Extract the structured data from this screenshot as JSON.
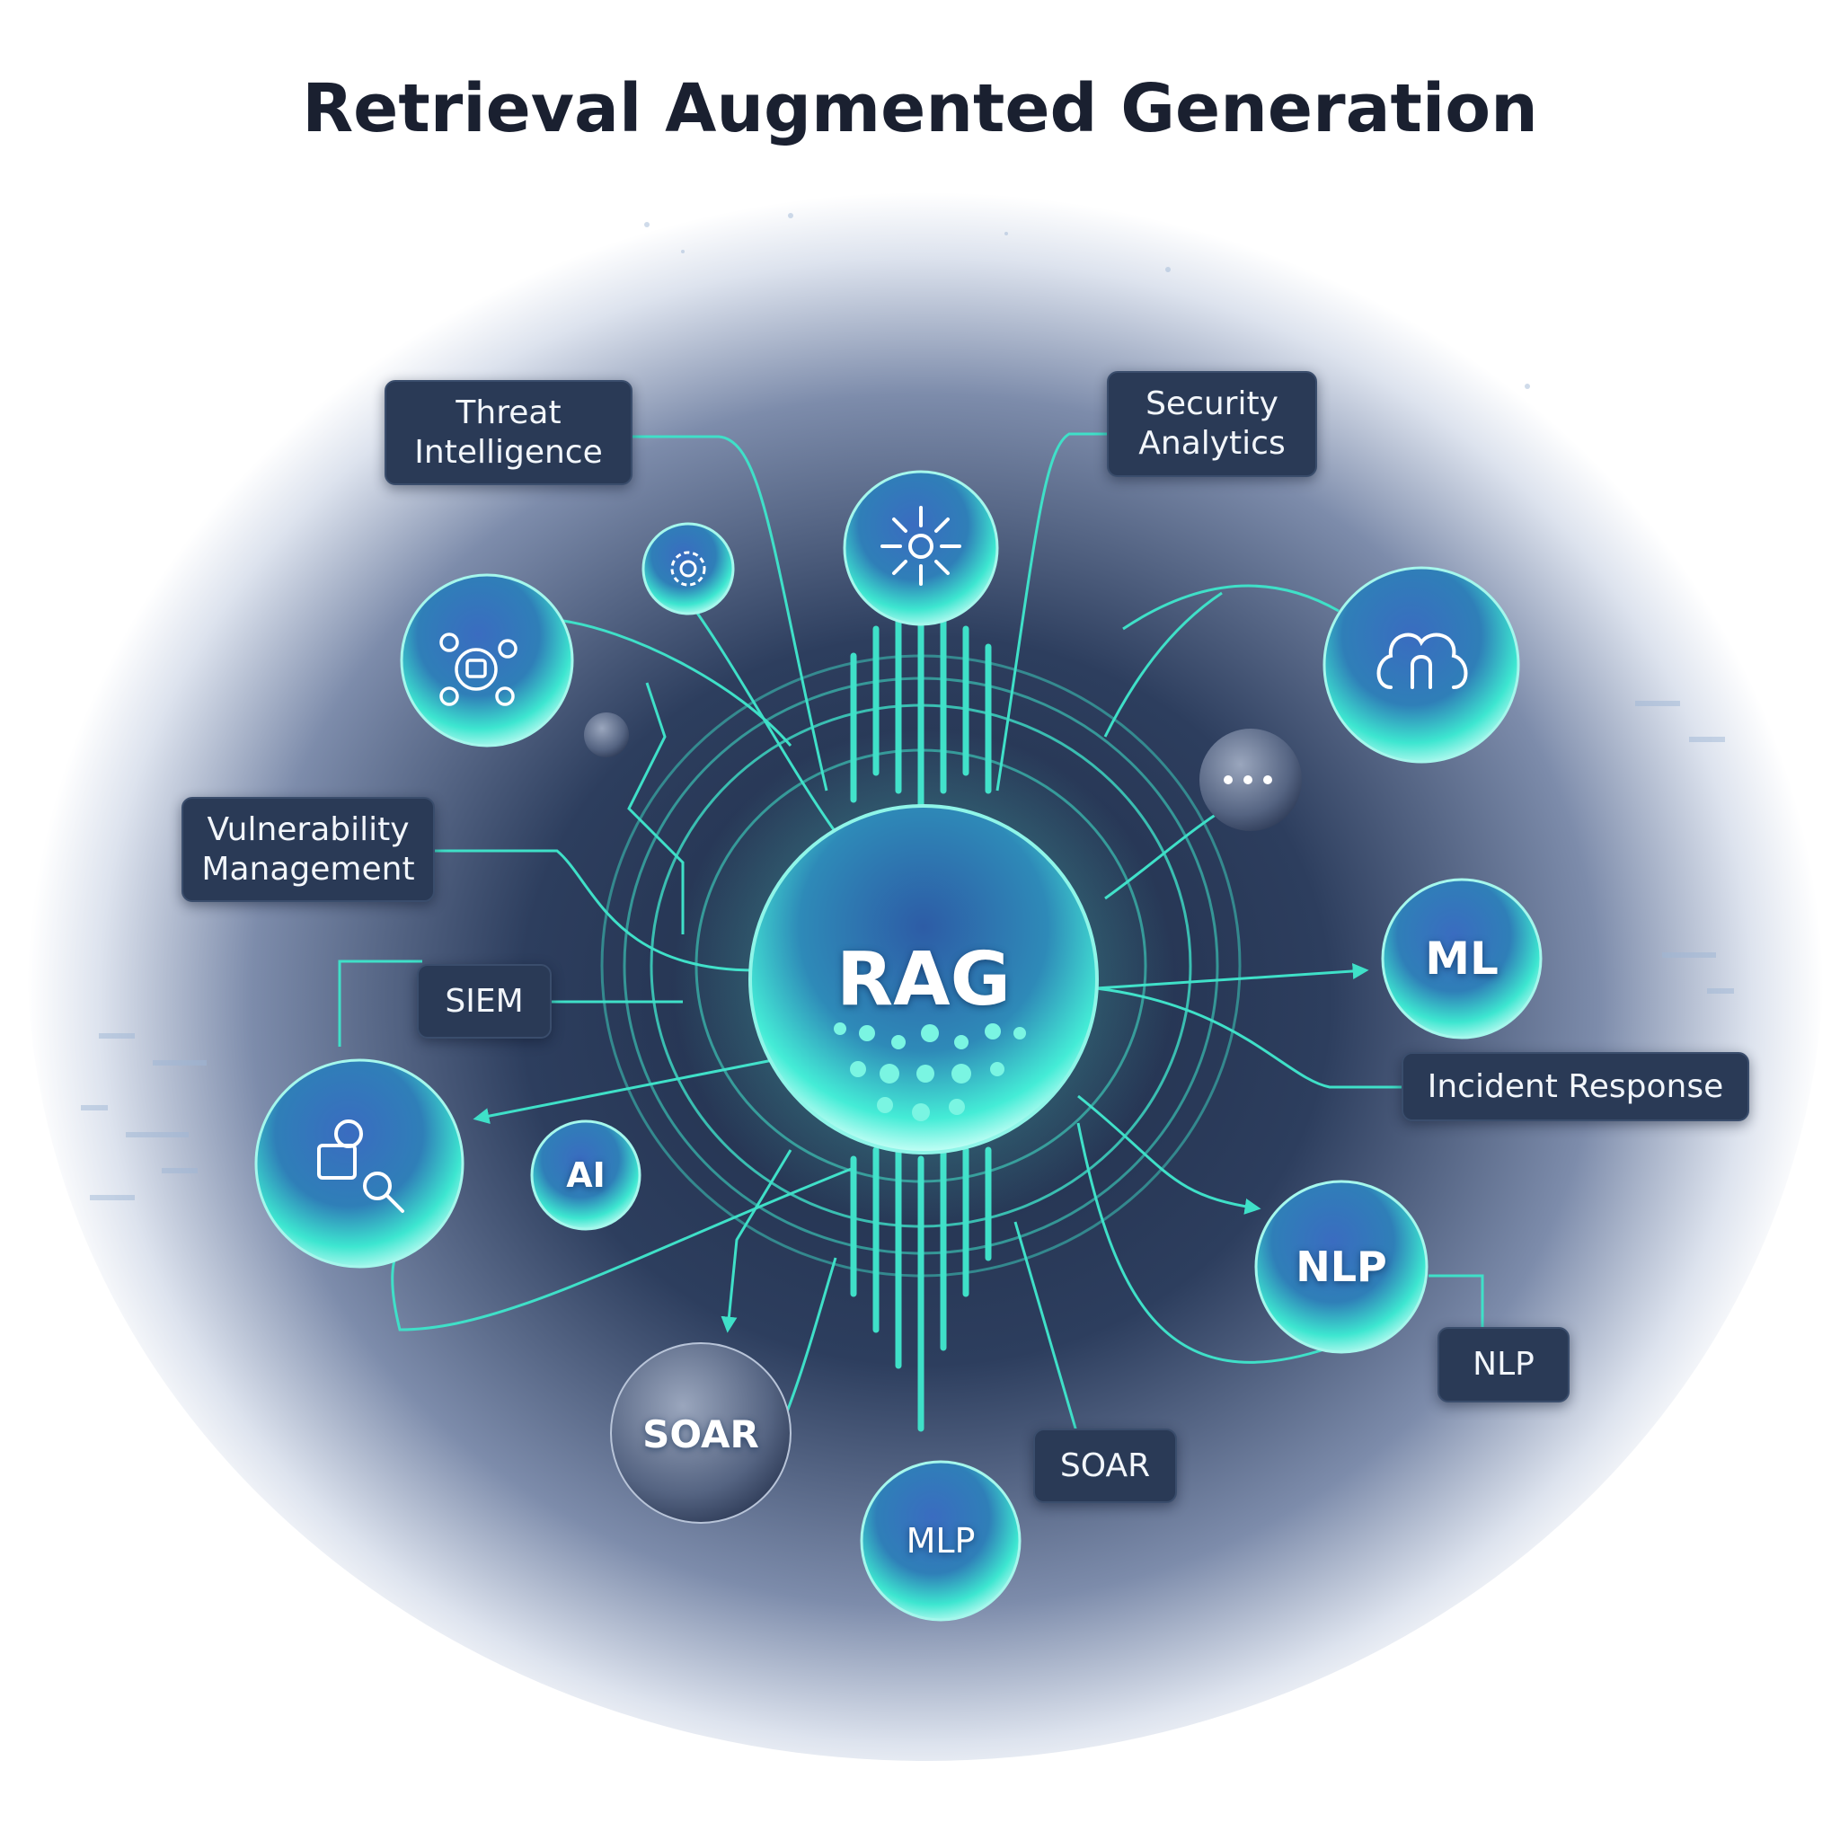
{
  "title": "Retrieval Augmented Generation",
  "hub": {
    "label": "RAG"
  },
  "labels": {
    "threat_intelligence": "Threat\nIntelligence",
    "security_analytics": "Security\nAnalytics",
    "vulnerability_management": "Vulnerability\nManagement",
    "siem": "SIEM",
    "incident_response": "Incident Response",
    "nlp": "NLP",
    "soar": "SOAR"
  },
  "bubbles": {
    "ml": "ML",
    "ai": "AI",
    "nlp": "NLP",
    "soar": "SOAR",
    "mlp": "MLP"
  },
  "icons": {
    "bubble_top": "sun-network-icon",
    "bubble_small_top": "gear-shield-icon",
    "bubble_left_top": "node-cluster-icon",
    "bubble_right_top": "brain-cloud-icon",
    "bubble_left_mid": "search-inspect-icon",
    "bubble_ellipsis": "ellipsis-icon"
  },
  "colors": {
    "accent": "#3fe0c8",
    "label_bg": "#2a3a56",
    "title": "#1a2030",
    "backdrop": "#2b3b58"
  }
}
